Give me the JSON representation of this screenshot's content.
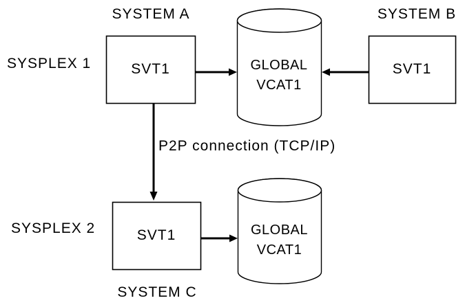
{
  "diagram": {
    "sysplex1": {
      "label": "SYSPLEX 1",
      "system_a_title": "SYSTEM A",
      "system_a_node": "SVT1",
      "system_b_title": "SYSTEM B",
      "system_b_node": "SVT1",
      "db_line1": "GLOBAL",
      "db_line2": "VCAT1"
    },
    "connection_label": "P2P connection (TCP/IP)",
    "sysplex2": {
      "label": "SYSPLEX 2",
      "system_c_title": "SYSTEM C",
      "system_c_node": "SVT1",
      "db_line1": "GLOBAL",
      "db_line2": "VCAT1"
    },
    "colors": {
      "background": "#ffffff",
      "stroke": "#000000",
      "text": "#000000"
    }
  }
}
